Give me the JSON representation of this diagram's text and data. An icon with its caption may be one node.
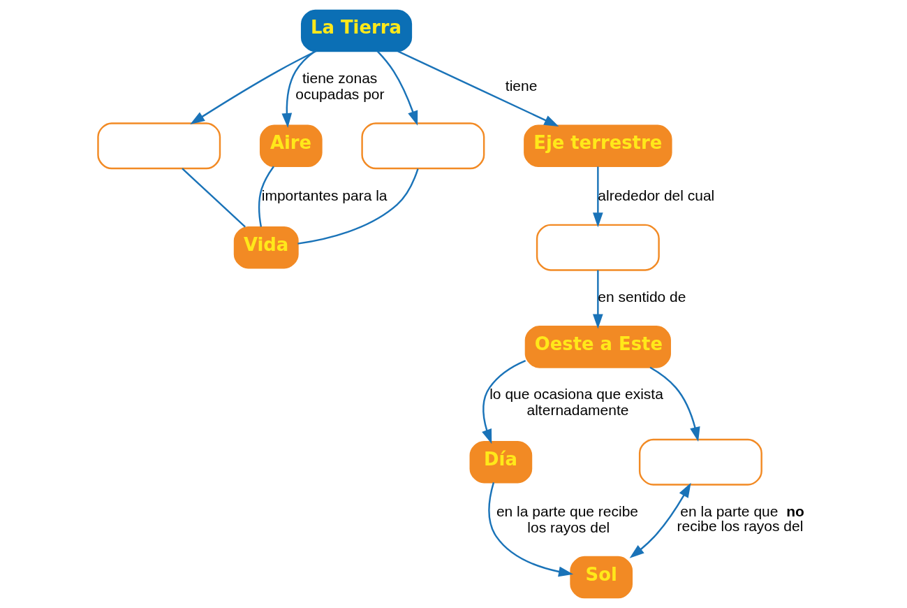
{
  "diagram": {
    "nodes": [
      {
        "text": [
          "La Tierra"
        ]
      },
      {
        "text": [],
        "shape": "box"
      },
      {
        "text": [
          "Aire"
        ]
      },
      {
        "text": [],
        "shape": "box"
      },
      {
        "text": [
          "Eje terrestre"
        ]
      },
      {
        "text": [
          "Vida"
        ]
      },
      {
        "text": [],
        "shape": "box"
      },
      {
        "text": [
          "Oeste a Este"
        ]
      },
      {
        "text": [
          "Día"
        ]
      },
      {
        "text": [],
        "shape": "box"
      },
      {
        "text": [
          "Sol"
        ]
      }
    ],
    "edges": [
      {
        "from": 0,
        "to": 1,
        "arrow": "to"
      },
      {
        "from": 0,
        "to": 2,
        "arrow": "to",
        "label": "tiene zonas ocupadas por"
      },
      {
        "from": 0,
        "to": 3,
        "arrow": "to"
      },
      {
        "from": 0,
        "to": 4,
        "arrow": "to",
        "label": "tiene"
      },
      {
        "from": 1,
        "to": 5,
        "arrow": "none"
      },
      {
        "from": 2,
        "to": 5,
        "arrow": "none",
        "label": "importantes para la"
      },
      {
        "from": 3,
        "to": 5,
        "arrow": "none"
      },
      {
        "from": 4,
        "to": 6,
        "arrow": "to",
        "label": "alrededor del cual"
      },
      {
        "from": 6,
        "to": 7,
        "arrow": "to",
        "label": "en sentido de"
      },
      {
        "from": 7,
        "to": 8,
        "arrow": "to",
        "label": "lo que ocasiona que exista alternadamente"
      },
      {
        "from": 7,
        "to": 9,
        "arrow": "to"
      },
      {
        "from": 8,
        "to": 10,
        "arrow": "to",
        "label": "en la parte que recibe los rayos del"
      },
      {
        "from": 10,
        "to": 9,
        "arrow": "both",
        "label": "en la parte que **no** recibe los rayos del"
      }
    ]
  }
}
